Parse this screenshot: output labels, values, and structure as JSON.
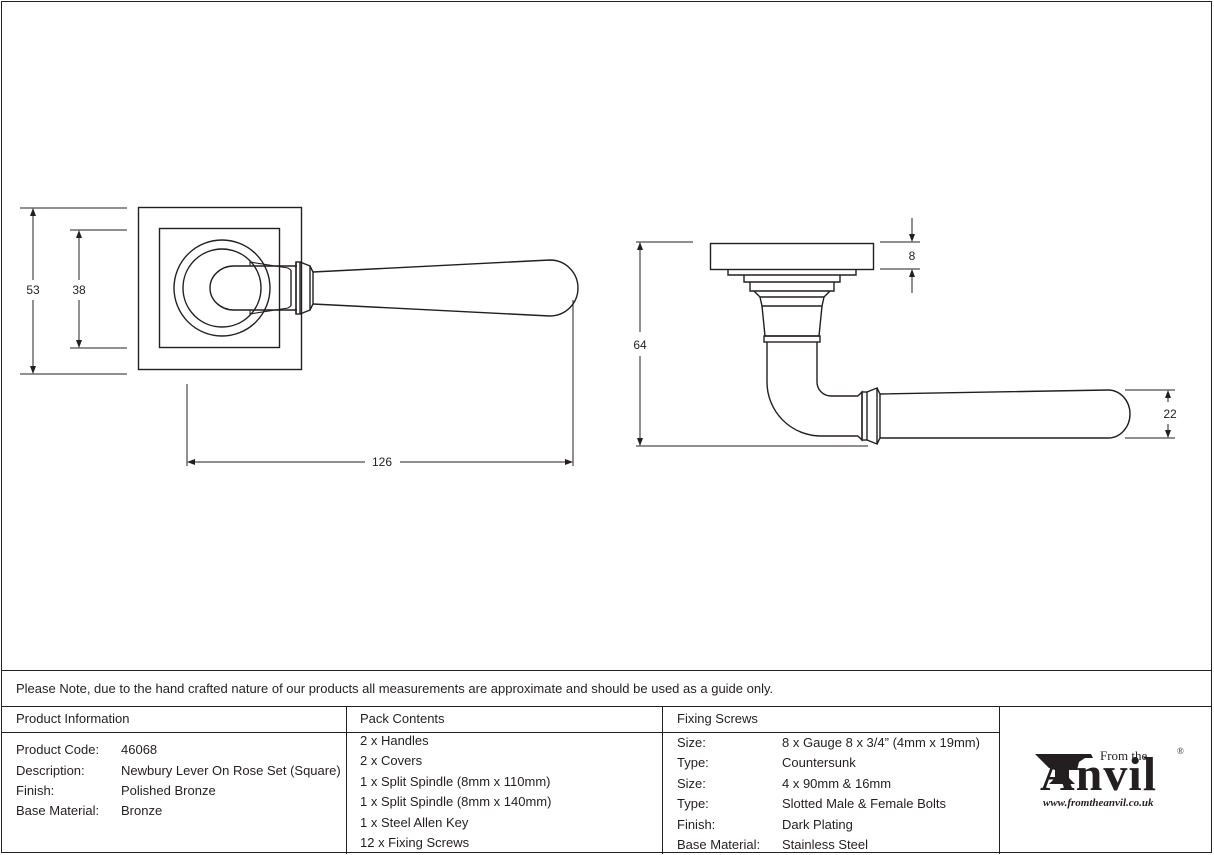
{
  "drawing": {
    "front_view": {
      "dim_overall_height": "53",
      "dim_inner_height": "38",
      "dim_length": "126"
    },
    "side_view": {
      "dim_height": "64",
      "dim_rose_thickness": "8",
      "dim_lever_thickness": "22"
    }
  },
  "note": "Please Note, due to the hand crafted nature of our products all measurements are approximate and should be used as a guide only.",
  "product_information": {
    "heading": "Product Information",
    "rows": [
      {
        "label": "Product Code:",
        "value": "46068"
      },
      {
        "label": "Description:",
        "value": "Newbury Lever On Rose Set (Square)"
      },
      {
        "label": "Finish:",
        "value": "Polished Bronze"
      },
      {
        "label": "Base Material:",
        "value": "Bronze"
      }
    ]
  },
  "pack_contents": {
    "heading": "Pack Contents",
    "items": [
      "2 x Handles",
      "2 x Covers",
      "1 x Split Spindle (8mm x 110mm)",
      "1 x Split Spindle (8mm x 140mm)",
      "1 x Steel Allen Key",
      "12 x Fixing Screws"
    ]
  },
  "fixing_screws": {
    "heading": "Fixing Screws",
    "rows": [
      {
        "label": "Size:",
        "value": "8 x Gauge 8 x 3/4” (4mm x 19mm)"
      },
      {
        "label": "Type:",
        "value": "Countersunk"
      },
      {
        "label": "Size:",
        "value": "4 x 90mm & 16mm"
      },
      {
        "label": "Type:",
        "value": "Slotted Male & Female Bolts"
      },
      {
        "label": "Finish:",
        "value": "Dark Plating"
      },
      {
        "label": "Base Material:",
        "value": "Stainless Steel"
      }
    ]
  },
  "logo": {
    "from_the": "From the",
    "brand": "Anvil",
    "registered": "®",
    "url": "www.fromtheanvil.co.uk"
  }
}
